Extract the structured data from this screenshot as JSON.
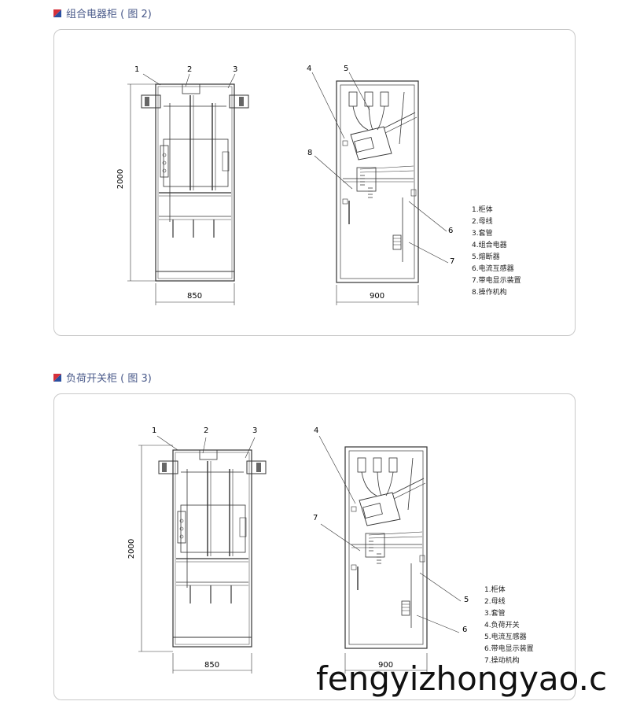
{
  "colors": {
    "accent_red": "#d6303a",
    "accent_blue": "#2a4fa0",
    "title_text": "#4a5a8a",
    "line": "#333333"
  },
  "sections": [
    {
      "title": "组合电器柜 ( 图 2)",
      "left_callouts": [
        "1",
        "2",
        "3"
      ],
      "right_callouts": [
        "4",
        "5",
        "8",
        "6",
        "7"
      ],
      "dims": {
        "height": "2000",
        "width_left": "850",
        "width_right": "900"
      },
      "legend": [
        "1.柜体",
        "2.母线",
        "3.套管",
        "4.组合电器",
        "5.熔断器",
        "6.电流互感器",
        "7.带电显示装置",
        "8.操作机构"
      ]
    },
    {
      "title": "负荷开关柜 ( 图 3)",
      "left_callouts": [
        "1",
        "2",
        "3"
      ],
      "right_callouts": [
        "4",
        "7",
        "5",
        "6"
      ],
      "dims": {
        "height": "2000",
        "width_left": "850",
        "width_right": "900"
      },
      "legend": [
        "1.柜体",
        "2.母线",
        "3.套管",
        "4.负荷开关",
        "5.电流互感器",
        "6.带电显示装置",
        "7.操动机构"
      ]
    }
  ],
  "watermark": "fengyizhongyao.c"
}
